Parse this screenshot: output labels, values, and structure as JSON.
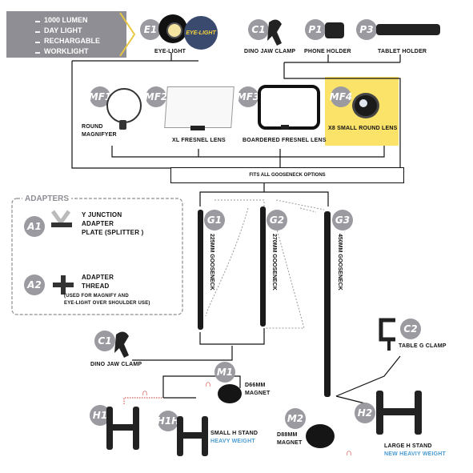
{
  "features": [
    "1000 LUMEN",
    "DAY LIGHT",
    "RECHARGABLE",
    "WORKLIGHT"
  ],
  "top_items": [
    {
      "code": "E1",
      "label": "EYE-LIGHT",
      "logo_text": "EYE-LIGHT"
    },
    {
      "code": "C1",
      "label": "DINO JAW CLAMP"
    },
    {
      "code": "P1",
      "label": "PHONE HOLDER"
    },
    {
      "code": "P3",
      "label": "TABLET HOLDER"
    }
  ],
  "magnifiers": [
    {
      "code": "MF1",
      "label_line1": "ROUND",
      "label_line2": "MAGNIFYER"
    },
    {
      "code": "MF2",
      "label": "XL FRESNEL LENS"
    },
    {
      "code": "MF3",
      "label": "BOARDERED FRESNEL LENS"
    },
    {
      "code": "MF4",
      "label": "X8 SMALL ROUND LENS",
      "highlight_color": "#fbe36a"
    }
  ],
  "fits_label": "FITS ALL GOOSENECK OPTIONS",
  "adapters": {
    "title": "ADAPTERS",
    "items": [
      {
        "code": "A1",
        "lines": [
          "Y JUNCTION",
          "ADAPTER",
          "PLATE (SPLITTER )"
        ]
      },
      {
        "code": "A2",
        "lines": [
          "ADAPTER",
          "THREAD"
        ],
        "note": [
          "(USED FOR MAGNIFY AND",
          "EYE-LIGHT OVER SHOULDER USE)"
        ]
      }
    ]
  },
  "goosenecks": [
    {
      "code": "G1",
      "label": "225MM GOOSENECK"
    },
    {
      "code": "G2",
      "label": "270MM GOOSENECK"
    },
    {
      "code": "G3",
      "label": "450MM GOOSENECK"
    }
  ],
  "clamps": [
    {
      "code": "C1",
      "label": "DINO JAW CLAMP"
    },
    {
      "code": "C2",
      "label": "TABLE G CLAMP"
    }
  ],
  "magnets": [
    {
      "code": "M1",
      "label_line1": "D66MM",
      "label_line2": "MAGNET"
    },
    {
      "code": "M2",
      "label_line1": "D88MM",
      "label_line2": "MAGNET"
    }
  ],
  "stands": [
    {
      "code": "H1"
    },
    {
      "code": "H1H",
      "label": "SMALL H STAND",
      "sublabel": "HEAVY WEIGHT"
    },
    {
      "code": "H2",
      "label": "LARGE H STAND",
      "sublabel": "NEW HEAVIY WEIGHT"
    }
  ],
  "colors": {
    "badge": "#9a9aa0",
    "accent_blue": "#4a9bd1",
    "highlight": "#fbe36a",
    "magnet_red": "#d0312d"
  }
}
